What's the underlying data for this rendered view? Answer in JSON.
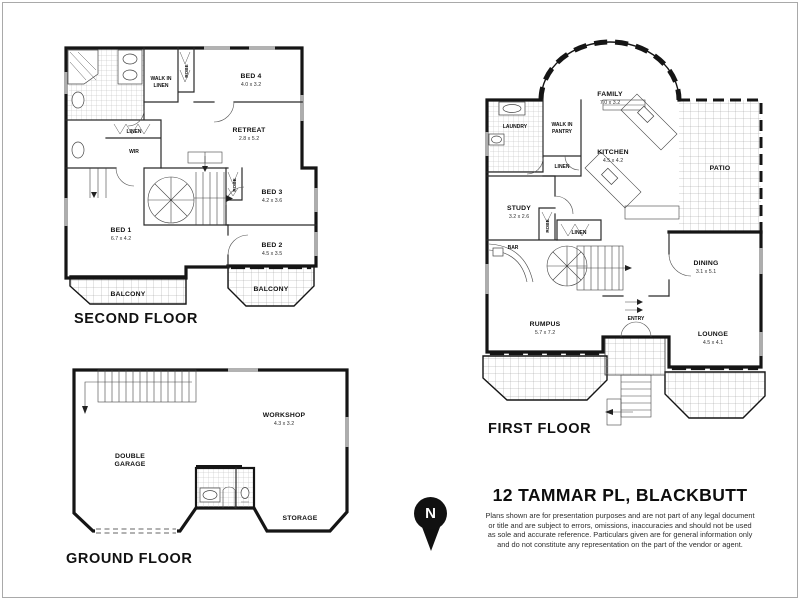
{
  "sheet": {
    "background_color": "#ffffff",
    "frame_color": "#a9a9a9",
    "ink_color": "#151515"
  },
  "address_block": {
    "title": "12 TAMMAR PL, BLACKBUTT",
    "disclaimer_lines": [
      "Plans shown are for presentation purposes and are not part of any legal document",
      "or title and are subject to errors, omissions, inaccuracies and should not be used",
      "as sole and accurate reference. Particulars given are for general information only",
      "and do not constitute any representation on the part of the vendor or agent."
    ]
  },
  "north_indicator": {
    "label": "N"
  },
  "second_floor": {
    "title": "SECOND FLOOR",
    "bed1": {
      "name": "BED 1",
      "dims": "6.7 x 4.2"
    },
    "bed2": {
      "name": "BED 2",
      "dims": "4.5 x 3.5"
    },
    "bed3": {
      "name": "BED 3",
      "dims": "4.2 x 3.6"
    },
    "bed4": {
      "name": "BED 4",
      "dims": "4.0 x 3.2"
    },
    "retreat": {
      "name": "RETREAT",
      "dims": "2.8 x 5.2"
    },
    "walk_in_linen_line1": "WALK IN",
    "walk_in_linen_line2": "LINEN",
    "robe": "ROBE",
    "linen": "LINEN",
    "wir": "WIR",
    "balcony": "BALCONY"
  },
  "ground_floor": {
    "title": "GROUND FLOOR",
    "workshop": {
      "name": "WORKSHOP",
      "dims": "4.3 x 3.2"
    },
    "garage_line1": "DOUBLE",
    "garage_line2": "GARAGE",
    "storage": "STORAGE"
  },
  "first_floor": {
    "title": "FIRST FLOOR",
    "family": {
      "name": "FAMILY",
      "dims": "7.0 x 3.2"
    },
    "kitchen": {
      "name": "KITCHEN",
      "dims": "4.5 x 4.2"
    },
    "study": {
      "name": "STUDY",
      "dims": "3.2 x 2.6"
    },
    "rumpus": {
      "name": "RUMPUS",
      "dims": "5.7 x 7.2"
    },
    "dining": {
      "name": "DINING",
      "dims": "3.1 x 5.1"
    },
    "lounge": {
      "name": "LOUNGE",
      "dims": "4.5 x 4.1"
    },
    "laundry": "LAUNDRY",
    "walk_in_pantry_line1": "WALK IN",
    "walk_in_pantry_line2": "PANTRY",
    "linen_upper": "LINEN",
    "linen_lower": "LINEN",
    "robe": "ROBE",
    "bar": "BAR",
    "entry": "ENTRY",
    "patio": "PATIO"
  }
}
